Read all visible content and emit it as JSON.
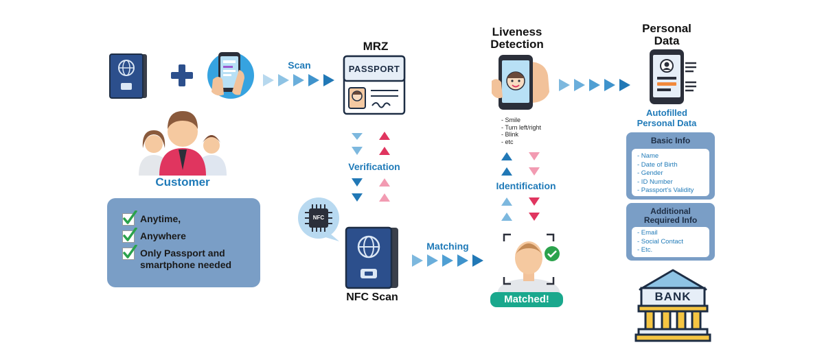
{
  "customer": {
    "label": "Customer",
    "benefits": [
      "Anytime,",
      "Anywhere",
      "Only Passport and smartphone needed"
    ]
  },
  "steps": {
    "scan": "Scan",
    "mrz": "MRZ",
    "passport_word": "PASSPORT",
    "verification": "Verification",
    "nfc_chip": "NFC",
    "nfc_scan": "NFC Scan",
    "matching": "Matching",
    "liveness": "Liveness Detection",
    "liveness_items": [
      "- Smile",
      "- Turn left/right",
      "- Blink",
      "- etc"
    ],
    "identification": "Identification",
    "matched": "Matched!",
    "personal_data": "Personal Data",
    "autofilled": "Autofilled Personal Data",
    "bank": "BANK"
  },
  "basic_info": {
    "title": "Basic Info",
    "items": [
      "- Name",
      "- Date of Birth",
      "- Gender",
      "- ID Number",
      "- Passport's Validity"
    ]
  },
  "additional_info": {
    "title": "Additional Required Info",
    "items": [
      "- Email",
      "- Social Contact",
      "- Etc."
    ]
  },
  "colors": {
    "navy": "#2c4f8c",
    "arrow_dark": "#2178b6",
    "arrow_light": "#7db8de",
    "pink_dark": "#e0355f",
    "pink_light": "#f29bb2",
    "teal": "#1aa88d",
    "card": "#7a9ec6"
  },
  "icons": [
    "passport-icon",
    "plus-icon",
    "smartphone-icon",
    "people-icon",
    "checkbox-icon",
    "nfc-chip-icon",
    "face-phone-icon",
    "face-scan-icon",
    "profile-phone-icon",
    "bank-icon"
  ]
}
